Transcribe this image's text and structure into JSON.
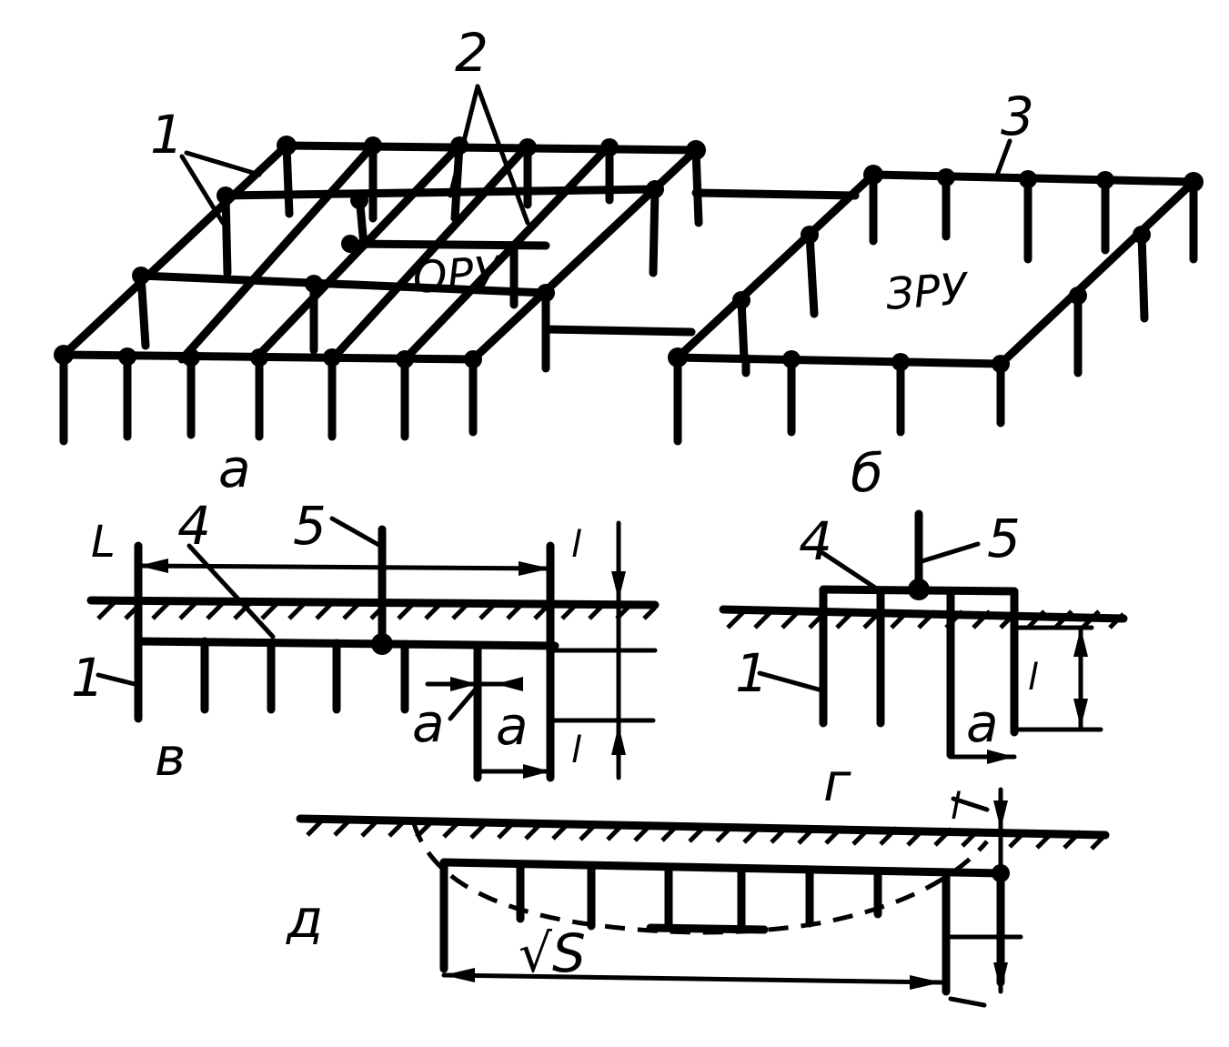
{
  "labels": {
    "n1": "1",
    "n2": "2",
    "n3": "3",
    "n4": "4",
    "n5": "5",
    "ory": "ОРУ",
    "zry": "ЗРУ",
    "panel_a": "а",
    "panel_b": "б",
    "panel_v": "в",
    "panel_g": "г",
    "panel_d": "д",
    "L": "L",
    "a": "a",
    "l": "l",
    "S": "√S"
  }
}
